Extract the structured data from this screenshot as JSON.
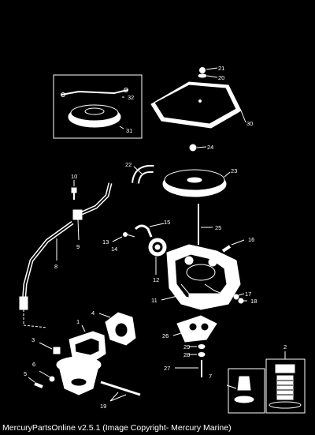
{
  "footer": {
    "text": "MercuryPartsOnline v2.5.1 (Image Copyright- Mercury Marine)"
  },
  "callouts": {
    "c1": "1",
    "c2": "2",
    "c3": "3",
    "c4": "4",
    "c5": "5",
    "c6": "6",
    "c7": "7",
    "c8": "8",
    "c9": "9",
    "c10": "10",
    "c11": "11",
    "c12": "12",
    "c13": "13",
    "c14": "14",
    "c15": "15",
    "c16": "16",
    "c17": "17",
    "c18": "18",
    "c19": "19",
    "c20": "20",
    "c21": "21",
    "c22": "22",
    "c23": "23",
    "c24": "24",
    "c25": "25",
    "c26": "26",
    "c27": "27",
    "c28": "28",
    "c29": "29",
    "c30": "30",
    "c31": "31",
    "c32": "32"
  },
  "colors": {
    "background": "#000000",
    "line": "#ffffff"
  }
}
